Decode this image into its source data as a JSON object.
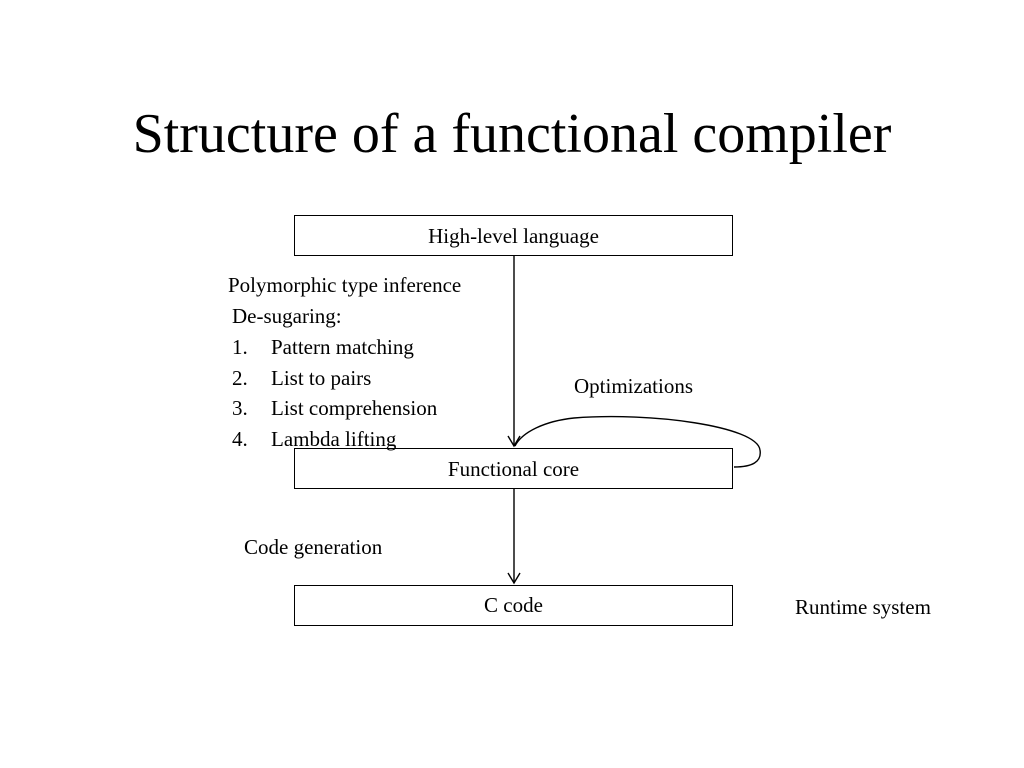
{
  "title": "Structure of a functional compiler",
  "boxes": {
    "source": "High-level language",
    "core": "Functional core",
    "target": "C code"
  },
  "front_end": {
    "type_inference": "Polymorphic type inference",
    "desugaring_heading": "De-sugaring:",
    "steps": [
      {
        "num": "1.",
        "label": "Pattern matching"
      },
      {
        "num": "2.",
        "label": "List to pairs"
      },
      {
        "num": "3.",
        "label": "List comprehension"
      },
      {
        "num": "4.",
        "label": "Lambda lifting"
      }
    ]
  },
  "optimizations": "Optimizations",
  "code_generation": "Code generation",
  "runtime": "Runtime system",
  "colors": {
    "background": "#ffffff",
    "ink": "#000000"
  }
}
